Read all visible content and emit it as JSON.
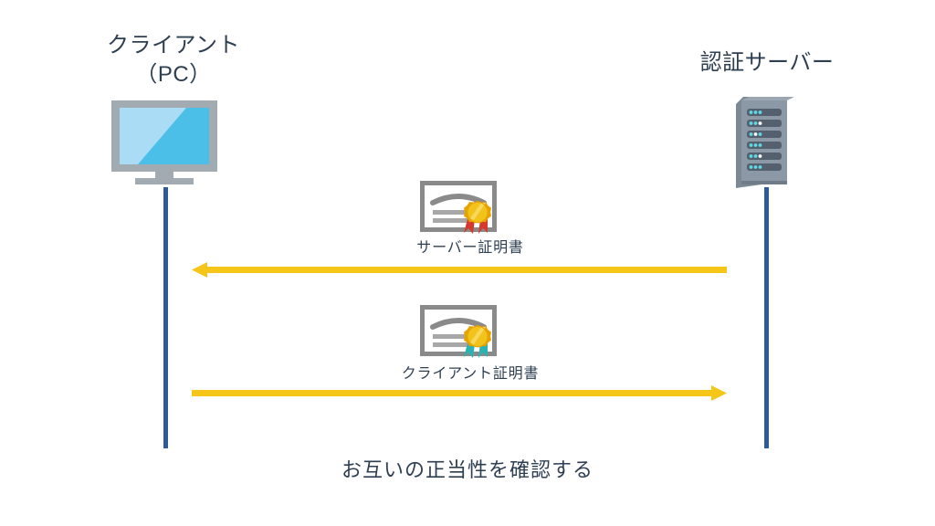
{
  "diagram": {
    "title_client": "クライアント\n（PC）",
    "title_server": "認証サーバー",
    "caption": "お互いの正当性を確認する",
    "actors": [
      {
        "id": "client",
        "label": "クライアント\n（PC）",
        "icon": "desktop-monitor-icon"
      },
      {
        "id": "auth-server",
        "label": "認証サーバー",
        "icon": "server-rack-icon"
      }
    ],
    "messages": [
      {
        "id": "server-certificate",
        "label": "サーバー証明書",
        "direction": "server-to-client",
        "arrow_head": "left",
        "icon": "certificate-icon",
        "ribbon_color": "#d63a2e",
        "seal_color": "#f2c31a"
      },
      {
        "id": "client-certificate",
        "label": "クライアント証明書",
        "direction": "client-to-server",
        "arrow_head": "right",
        "icon": "certificate-icon",
        "ribbon_color": "#2bb3b3",
        "seal_color": "#f2c31a"
      }
    ],
    "colors": {
      "background": "#ffffff",
      "text": "#2e3f52",
      "lifeline": "#2b5c98",
      "arrow": "#f5c518",
      "device_gray": "#a3abb2",
      "screen_light": "#aadcf5",
      "screen_dark": "#4cbfe8",
      "server_body": "#8b98a5",
      "server_slot": "#55606e",
      "server_led": "#5fd8e8"
    }
  }
}
